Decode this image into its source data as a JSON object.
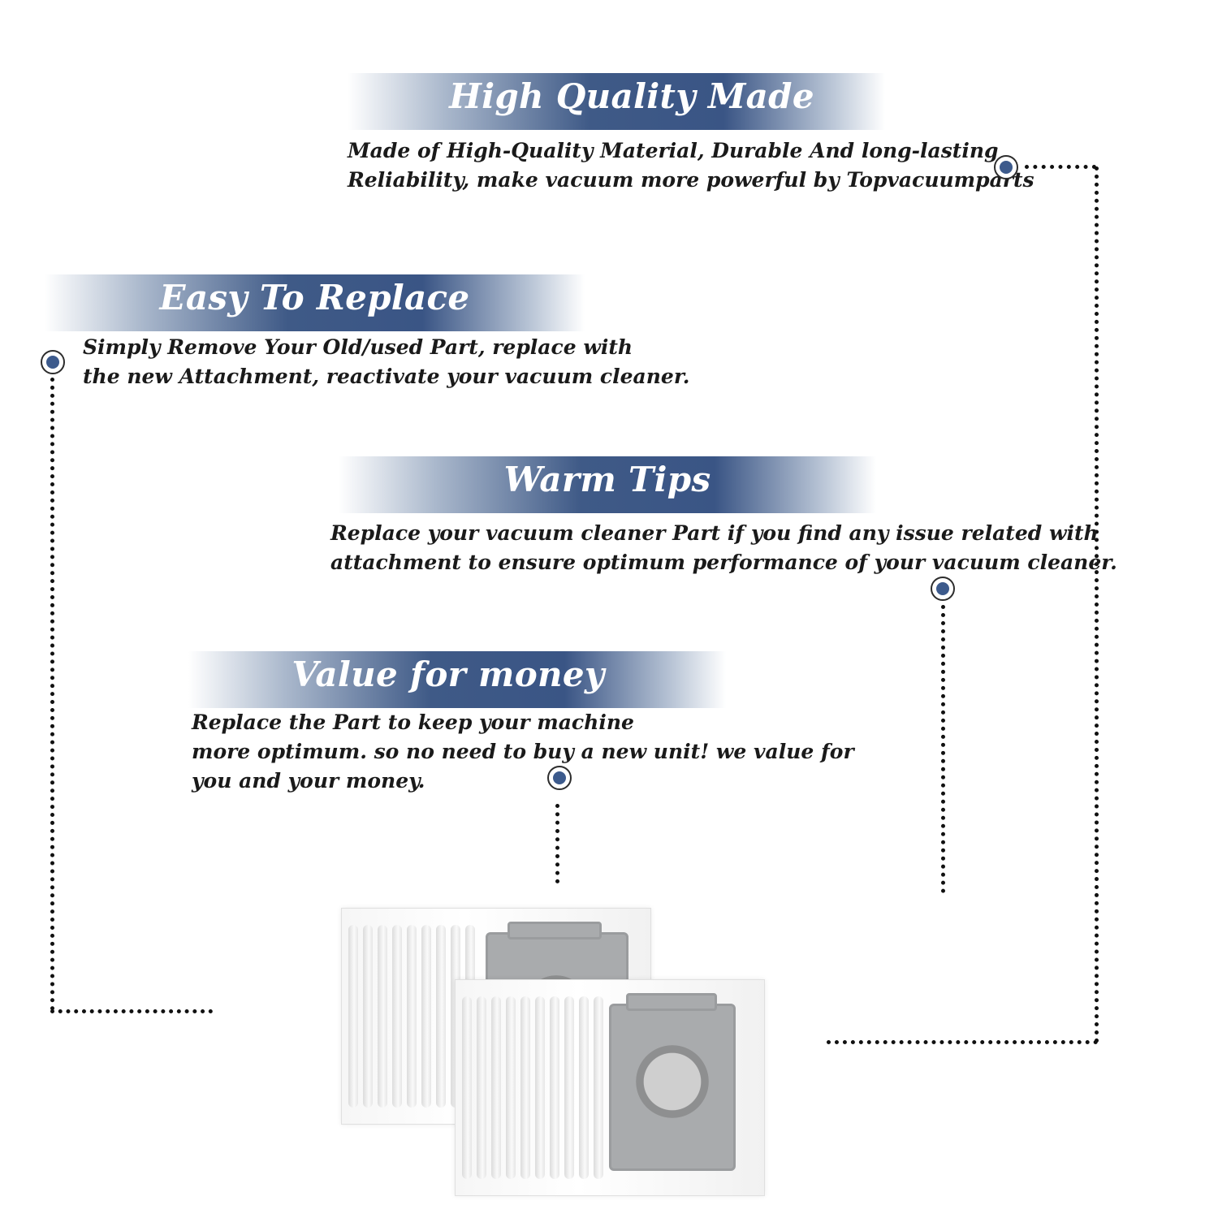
{
  "sections": [
    {
      "title": "High Quality Made",
      "lines": [
        "Made of  High-Quality Material, Durable And long-lasting",
        "Reliability, make vacuum more powerful by Topvacuumparts"
      ]
    },
    {
      "title": "Easy To Replace",
      "lines": [
        "Simply Remove Your Old/used Part, replace with",
        "the new Attachment, reactivate your vacuum cleaner."
      ]
    },
    {
      "title": "Warm Tips",
      "lines": [
        "Replace your vacuum cleaner Part if you find any issue related with",
        " attachment to ensure optimum performance of your vacuum cleaner."
      ]
    },
    {
      "title": "Value for money",
      "lines": [
        "Replace the Part to keep your machine",
        "more optimum. so no need to buy a new unit! we value for",
        "you and your money."
      ]
    }
  ],
  "colors": {
    "banner_blue": "#3f5a87",
    "marker_blue": "#3c5a8c",
    "text": "#1a1a1a"
  },
  "product": {
    "icon": "vacuum-bag-illustration"
  }
}
